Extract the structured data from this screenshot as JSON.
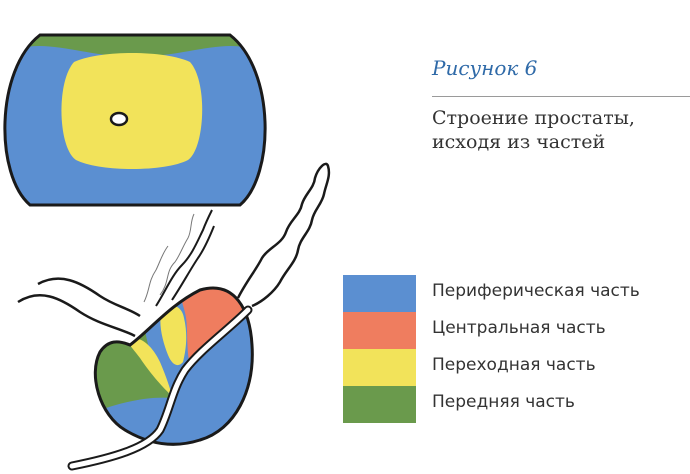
{
  "figure": {
    "title": "Рисунок 6",
    "subtitle_lines": [
      "Строение простаты,",
      "исходя из частей"
    ]
  },
  "colors": {
    "peripheral": "#5b8fd1",
    "central": "#ef7d5f",
    "transition": "#f2e35a",
    "anterior": "#6a9a4c",
    "outline": "#1a1a1a",
    "title_accent": "#2f6aa8"
  },
  "legend": [
    {
      "label": "Периферическая часть",
      "zone": "peripheral",
      "color": "#5b8fd1"
    },
    {
      "label": "Центральная часть",
      "zone": "central",
      "color": "#ef7d5f"
    },
    {
      "label": "Переходная часть",
      "zone": "transition",
      "color": "#f2e35a"
    },
    {
      "label": "Передняя часть",
      "zone": "anterior",
      "color": "#6a9a4c"
    }
  ]
}
